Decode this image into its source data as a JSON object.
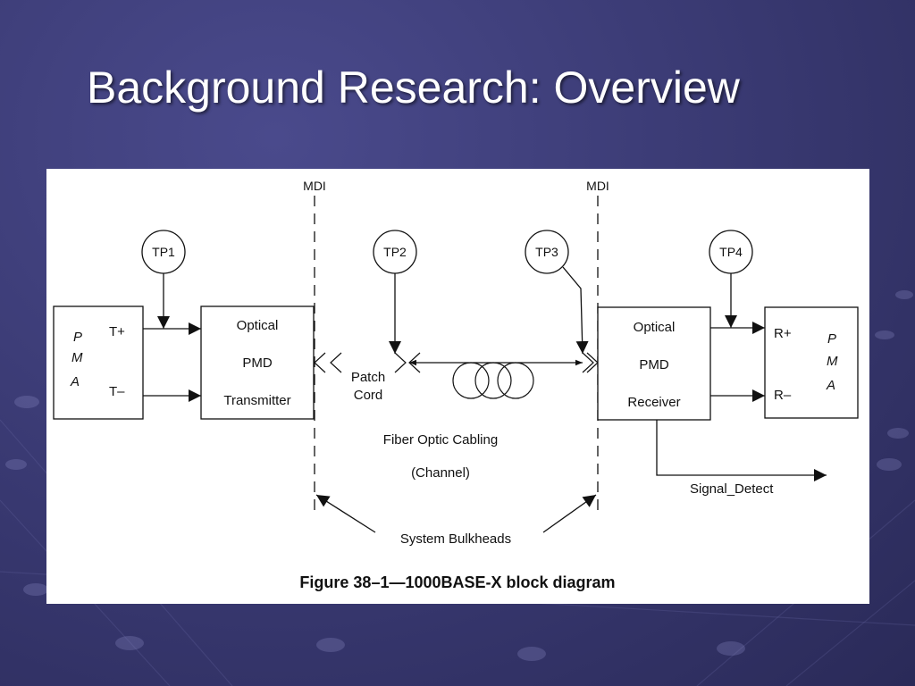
{
  "slide": {
    "title": "Background Research: Overview"
  },
  "colors": {
    "background": "#383870",
    "panel": "#ffffff",
    "ink": "#111111"
  },
  "diagram": {
    "mdi_left": "MDI",
    "mdi_right": "MDI",
    "tp1": "TP1",
    "tp2": "TP2",
    "tp3": "TP3",
    "tp4": "TP4",
    "pma_left": [
      "P",
      "M",
      "A"
    ],
    "pma_right": [
      "P",
      "M",
      "A"
    ],
    "t_plus": "T+",
    "t_minus": "T–",
    "r_plus": "R+",
    "r_minus": "R–",
    "transmitter": [
      "Optical",
      "PMD",
      "Transmitter"
    ],
    "receiver": [
      "Optical",
      "PMD",
      "Receiver"
    ],
    "patch_cord": [
      "Patch",
      "Cord"
    ],
    "cabling": [
      "Fiber Optic Cabling",
      "(Channel)"
    ],
    "signal_detect": "Signal_Detect",
    "bulkheads": "System Bulkheads",
    "caption": "Figure 38–1—1000BASE-X block diagram"
  }
}
